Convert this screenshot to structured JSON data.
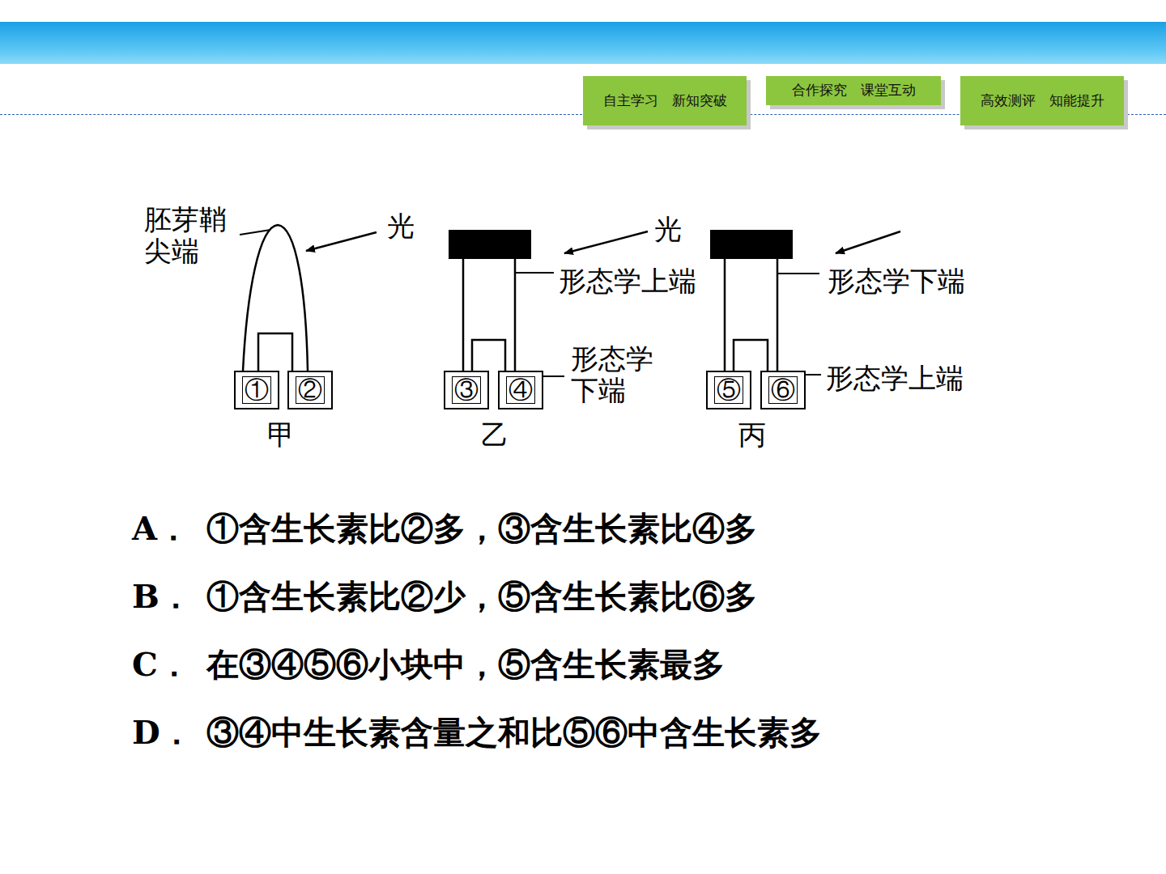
{
  "diagram": {
    "nodes": [
      {
        "text": [
          "自主学习　新知突破"
        ]
      },
      {
        "text": [
          "合作探究　课堂互动"
        ]
      },
      {
        "text": [
          "高效测评　知能提升"
        ]
      },
      {
        "text": [
          "①"
        ]
      },
      {
        "text": [
          "②"
        ]
      },
      {
        "text": [
          "③"
        ]
      },
      {
        "text": [
          "④"
        ]
      },
      {
        "text": [
          "⑤"
        ]
      },
      {
        "text": [
          "⑥"
        ]
      }
    ],
    "labels": [
      "胚芽鞘尖端",
      "光",
      "光",
      "形态学上端",
      "形态学下端",
      "形态学下端",
      "形态学上端",
      "甲",
      "乙",
      "丙",
      "A．",
      "①含生长素比②多，③含生长素比④多",
      "B．",
      "①含生长素比②少，⑤含生长素比⑥多",
      "C．",
      "在③④⑤⑥小块中，⑤含生长素最多",
      "D．",
      "③④中生长素含量之和比⑤⑥中含生长素多"
    ]
  }
}
